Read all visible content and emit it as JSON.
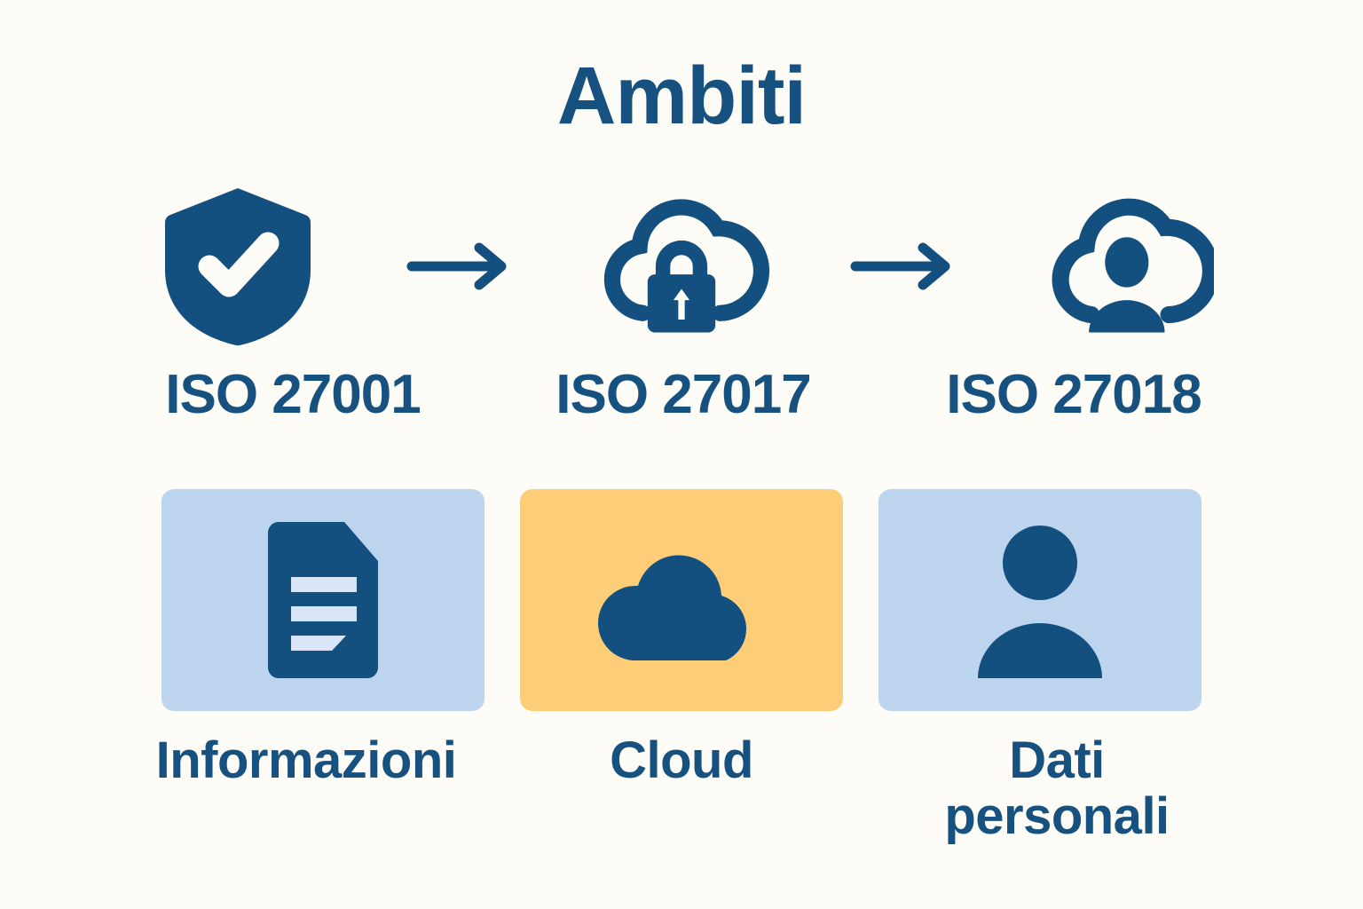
{
  "title": "Ambiti",
  "colors": {
    "background": "#fdfcf6",
    "brand_blue": "#17517f",
    "icon_blue": "#14507f",
    "card_light_blue": "#bdd4ef",
    "card_orange": "#fdcd78",
    "icon_contrast": "#d8e6f7"
  },
  "flow": {
    "icons": [
      {
        "name": "shield-check-icon",
        "meaning": "shield with checkmark"
      },
      {
        "name": "cloud-lock-icon",
        "meaning": "cloud outline with padlock"
      },
      {
        "name": "cloud-person-icon",
        "meaning": "cloud outline with person"
      }
    ],
    "arrows": [
      {
        "name": "arrow-right-icon-1",
        "glyph": "→"
      },
      {
        "name": "arrow-right-icon-2",
        "glyph": "→"
      }
    ],
    "standards": [
      {
        "label": "ISO 27001"
      },
      {
        "label": "ISO 27017"
      },
      {
        "label": "ISO 27018"
      }
    ]
  },
  "scopes": [
    {
      "label": "Informazioni",
      "icon": "document-icon",
      "card_color": "#bdd4ef"
    },
    {
      "label": "Cloud",
      "icon": "cloud-icon",
      "card_color": "#fdcd78"
    },
    {
      "label_line1": "Dati",
      "label_line2": "personali",
      "label": "Dati personali",
      "icon": "person-icon",
      "card_color": "#bdd4ef"
    }
  ]
}
